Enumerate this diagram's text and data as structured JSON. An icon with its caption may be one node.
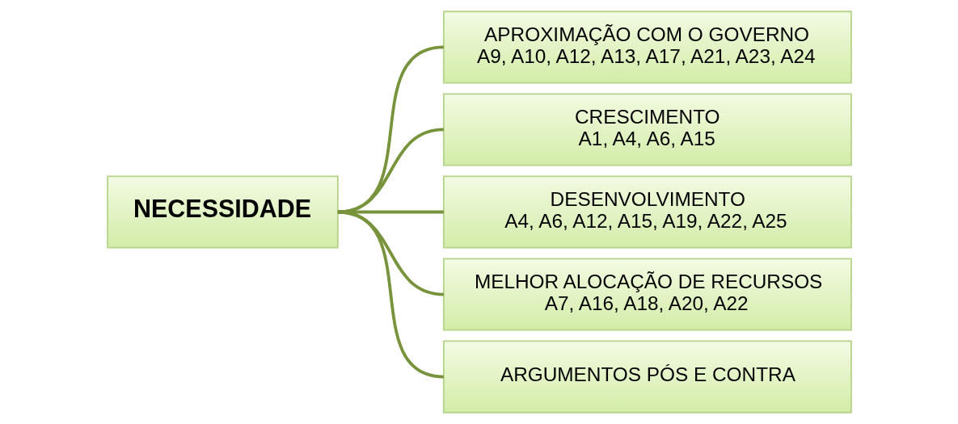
{
  "diagram": {
    "nodes": [
      {
        "text": [
          "NECESSIDADE"
        ]
      },
      {
        "text": [
          "APROXIMAÇÃO COM O GOVERNO",
          "A9, A10, A12, A13, A17, A21, A23, A24"
        ]
      },
      {
        "text": [
          "CRESCIMENTO",
          "A1, A4, A6, A15"
        ]
      },
      {
        "text": [
          "DESENVOLVIMENTO",
          "A4, A6, A12, A15, A19, A22, A25"
        ]
      },
      {
        "text": [
          "MELHOR ALOCAÇÃO DE RECURSOS",
          "A7, A16, A18, A20, A22"
        ]
      },
      {
        "text": [
          "ARGUMENTOS PÓS E CONTRA"
        ]
      }
    ],
    "edges": [
      {
        "from": 0,
        "to": 1,
        "arrow": "none"
      },
      {
        "from": 0,
        "to": 2,
        "arrow": "none"
      },
      {
        "from": 0,
        "to": 3,
        "arrow": "none"
      },
      {
        "from": 0,
        "to": 4,
        "arrow": "none"
      },
      {
        "from": 0,
        "to": 5,
        "arrow": "none"
      }
    ]
  }
}
